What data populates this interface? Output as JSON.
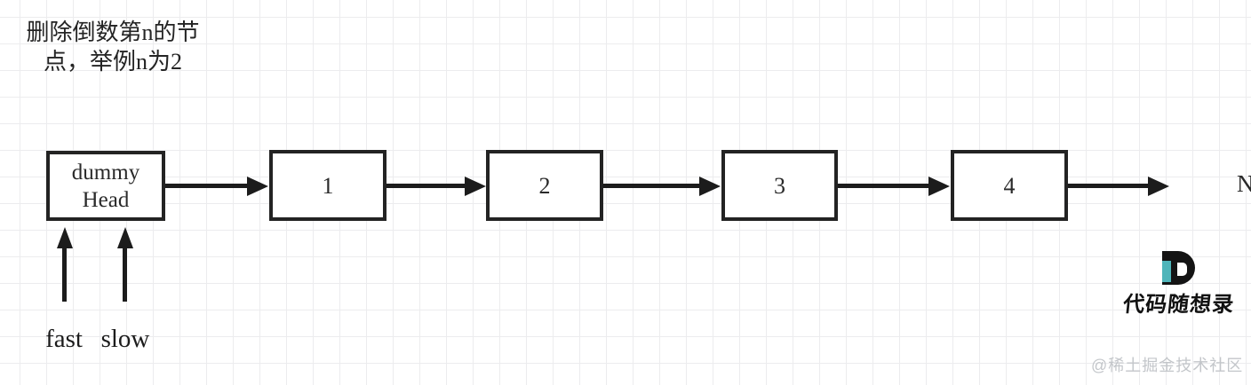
{
  "title": {
    "lines": [
      "删除倒数第n的节",
      "点，举例n为2"
    ]
  },
  "list": {
    "nodes": [
      {
        "name": "dummy-head",
        "lines": [
          "dummy",
          "Head"
        ]
      },
      {
        "name": "node-1",
        "label": "1"
      },
      {
        "name": "node-2",
        "label": "2"
      },
      {
        "name": "node-3",
        "label": "3"
      },
      {
        "name": "node-4",
        "label": "4"
      }
    ],
    "tail_label": "N"
  },
  "pointers": {
    "fast_label": "fast",
    "slow_label": "slow"
  },
  "logo": {
    "text": "代码随想录",
    "accent_color": "#4fb5ba",
    "d_color": "#141414"
  },
  "watermark": "@稀土掘金技术社区",
  "colors": {
    "stroke": "#232323",
    "arrow": "#1c1c1c",
    "node_fill": "#ffffff",
    "grid_line": "#ececee",
    "text": "#242424",
    "watermark_text": "#c3c6ca"
  }
}
